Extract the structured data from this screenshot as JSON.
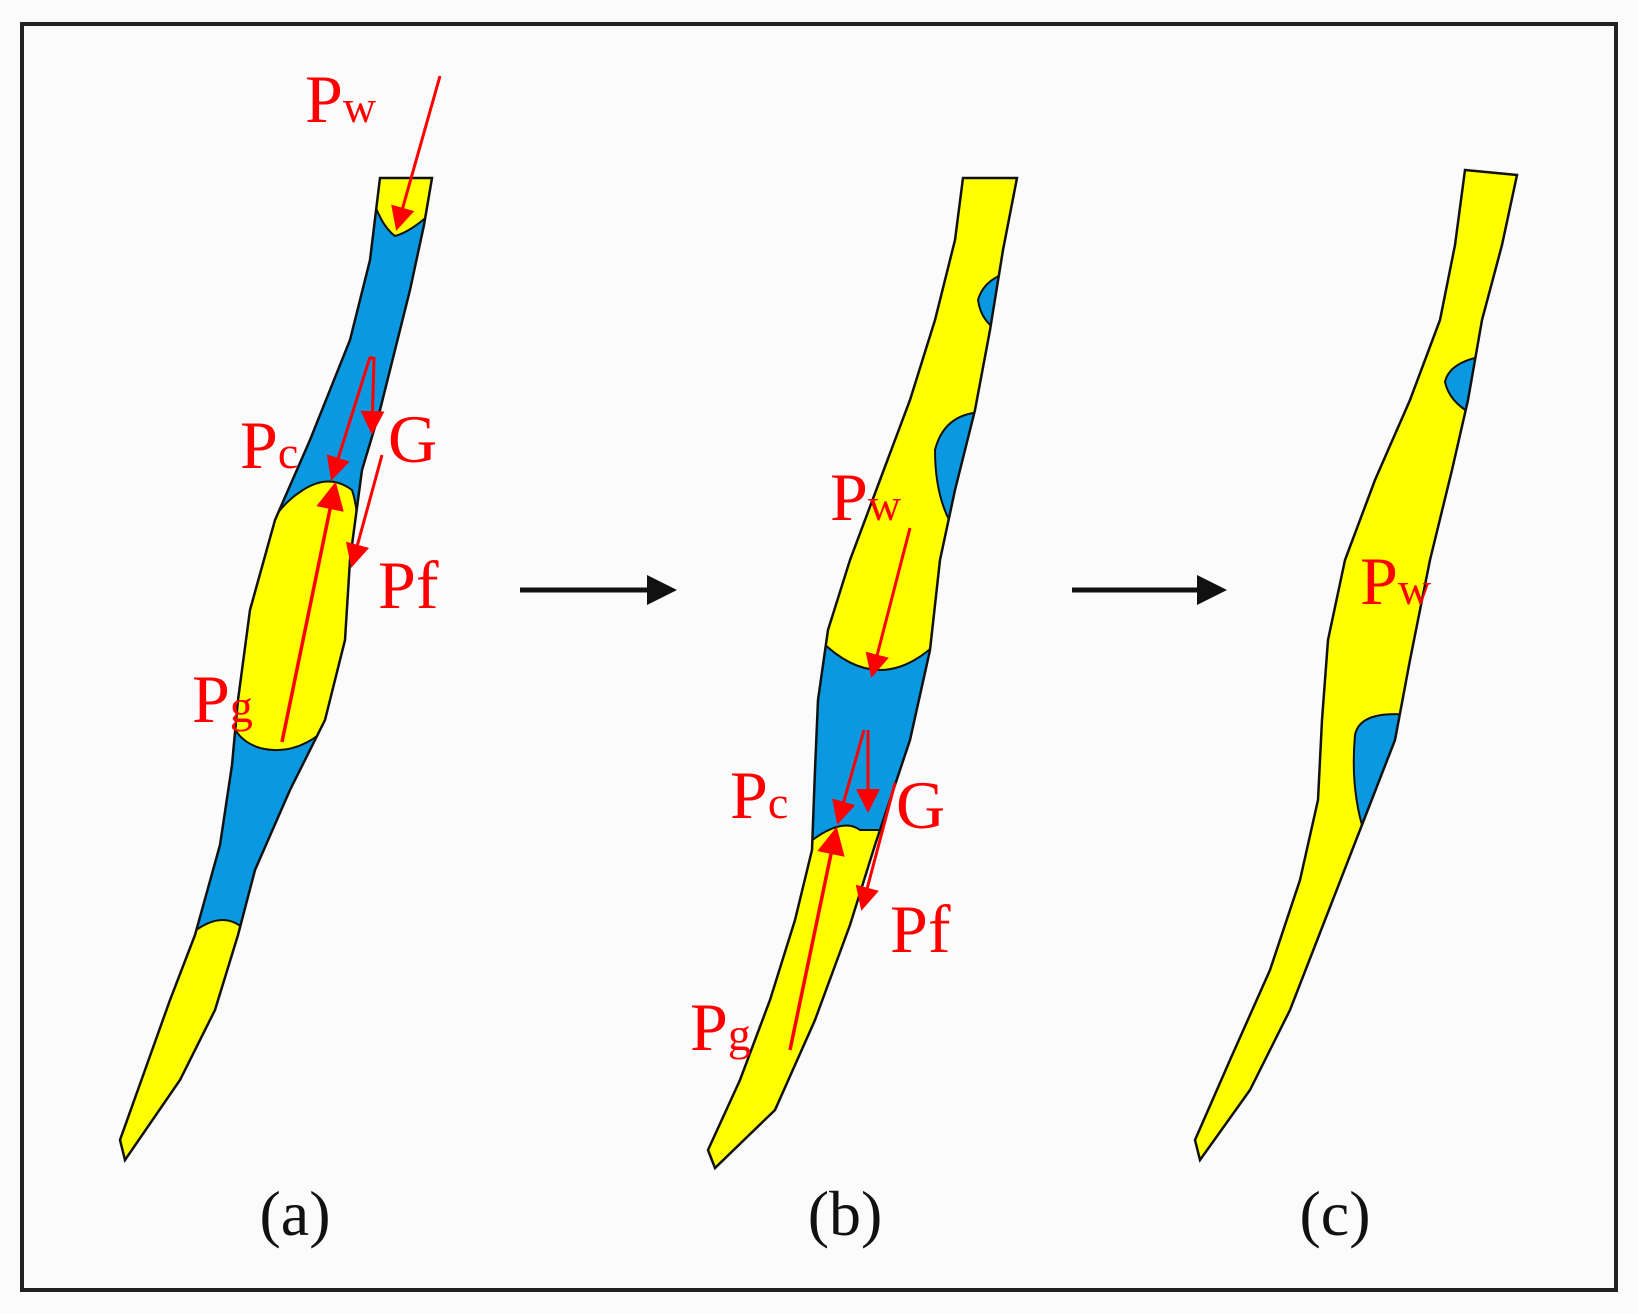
{
  "colors": {
    "water": "#ffff00",
    "gas": "#0a98e0",
    "force": "#ff0000",
    "outline": "#111111",
    "frame": "#222222",
    "background": "#fbfbfb"
  },
  "panel_a": {
    "label_pw": "P",
    "label_pw_sub": "w",
    "label_pc": "P",
    "label_pc_sub": "c",
    "label_g": "G",
    "label_pf": "Pf",
    "label_pg": "P",
    "label_pg_sub": "g",
    "caption": "(a)"
  },
  "panel_b": {
    "label_pw": "P",
    "label_pw_sub": "w",
    "label_pc": "P",
    "label_pc_sub": "c",
    "label_g": "G",
    "label_pf": "Pf",
    "label_pg": "P",
    "label_pg_sub": "g",
    "caption": "(b)"
  },
  "panel_c": {
    "label_pw": "P",
    "label_pw_sub": "w",
    "caption": "(c)"
  },
  "icons": {
    "transition_arrow_1": "right-arrow-icon",
    "transition_arrow_2": "right-arrow-icon"
  }
}
